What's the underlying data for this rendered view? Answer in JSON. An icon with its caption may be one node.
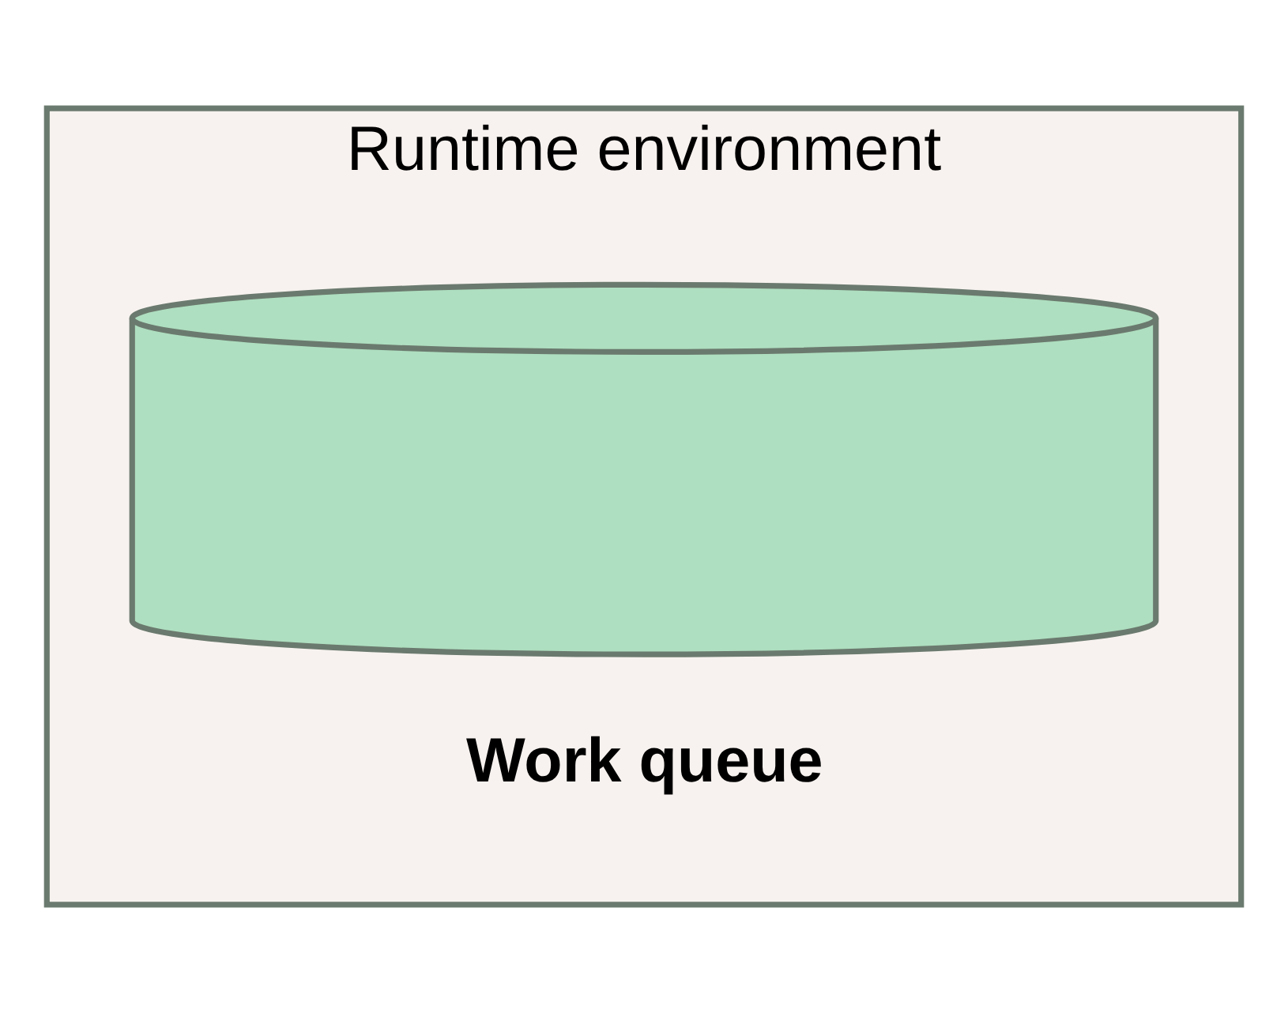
{
  "diagram": {
    "nodes": [
      {
        "text": [
          "Runtime environment"
        ]
      },
      {
        "text": [],
        "shape": "cylinder",
        "beside": [
          "Work queue"
        ],
        "in": 0
      }
    ]
  }
}
